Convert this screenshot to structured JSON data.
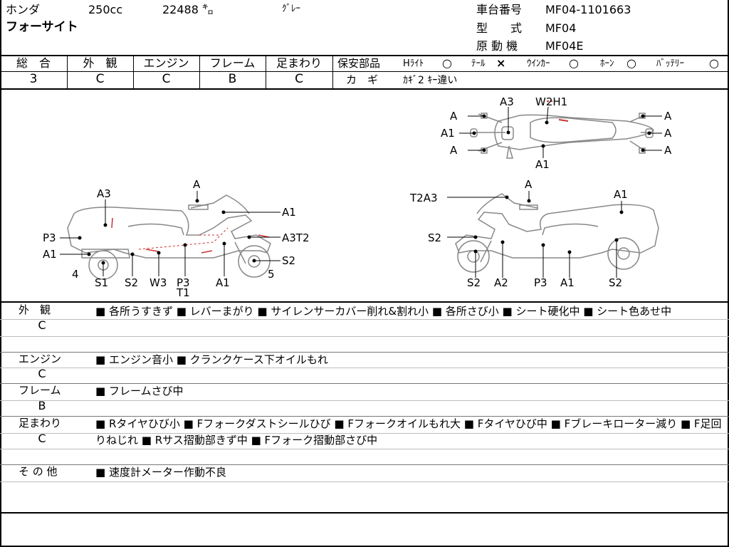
{
  "header": {
    "maker": "ホンダ",
    "displacement": "250cc",
    "mileage": "22488 ㌔",
    "color": "ｸﾞﾚｰ",
    "model_name": "フォーサイト",
    "frame_no_label": "車台番号",
    "frame_no": "MF04-1101663",
    "type_label": "型　　式",
    "type": "MF04",
    "engine_label": "原 動 機",
    "engine": "MF04E"
  },
  "scores": [
    {
      "label": "総　合",
      "value": "3"
    },
    {
      "label": "外　観",
      "value": "C"
    },
    {
      "label": "エンジン",
      "value": "C"
    },
    {
      "label": "フレーム",
      "value": "B"
    },
    {
      "label": "足まわり",
      "value": "C"
    }
  ],
  "safety": {
    "title": "保安部品",
    "items": [
      {
        "label": "Hﾗｲﾄ",
        "mark": "○"
      },
      {
        "label": "ﾃｰﾙ",
        "mark": "×"
      },
      {
        "label": "ｳｲﾝｶｰ",
        "mark": "○"
      },
      {
        "label": "ﾎｰﾝ",
        "mark": "○"
      },
      {
        "label": "ﾊﾞｯﾃﾘｰ",
        "mark": "○"
      }
    ],
    "key_label": "カ　ギ",
    "key_value": "ｶｷﾞ2 ｷｰ違い"
  },
  "diagram": {
    "top": {
      "a3": "A3",
      "w2h1": "W2H1",
      "a": "A",
      "a1": "A1"
    },
    "left": {
      "a3": "A3",
      "a": "A",
      "a1": "A1",
      "p3": "P3",
      "a3t2": "A3T2",
      "s2": "S2",
      "num4": "4",
      "num5": "5",
      "s1": "S1",
      "w3": "W3",
      "t1": "T1"
    },
    "right": {
      "t2a3": "T2A3",
      "a": "A",
      "a1": "A1",
      "s2": "S2",
      "a2": "A2",
      "p3": "P3"
    }
  },
  "sections": [
    {
      "label": "外　観",
      "grade": "C",
      "text": "■ 各所うすきず ■ レバーまがり ■ サイレンサーカバー削れ&割れ小 ■ 各所さび小 ■ シート硬化中 ■ シート色あせ中"
    },
    {
      "label": "エンジン",
      "grade": "C",
      "text": "■ エンジン音小 ■ クランクケース下オイルもれ"
    },
    {
      "label": "フレーム",
      "grade": "B",
      "text": "■ フレームさび中"
    },
    {
      "label": "足まわり",
      "grade": "C",
      "text": "■ Rタイヤひび小 ■ Fフォークダストシールひび ■ Fフォークオイルもれ大 ■ Fタイヤひび中 ■ Fブレーキローター減り ■ F足回りねじれ ■ Rサス摺動部きず中 ■ Fフォーク摺動部さび中"
    },
    {
      "label": "そ の 他",
      "grade": "",
      "text": "■ 速度計メーター作動不良"
    }
  ]
}
